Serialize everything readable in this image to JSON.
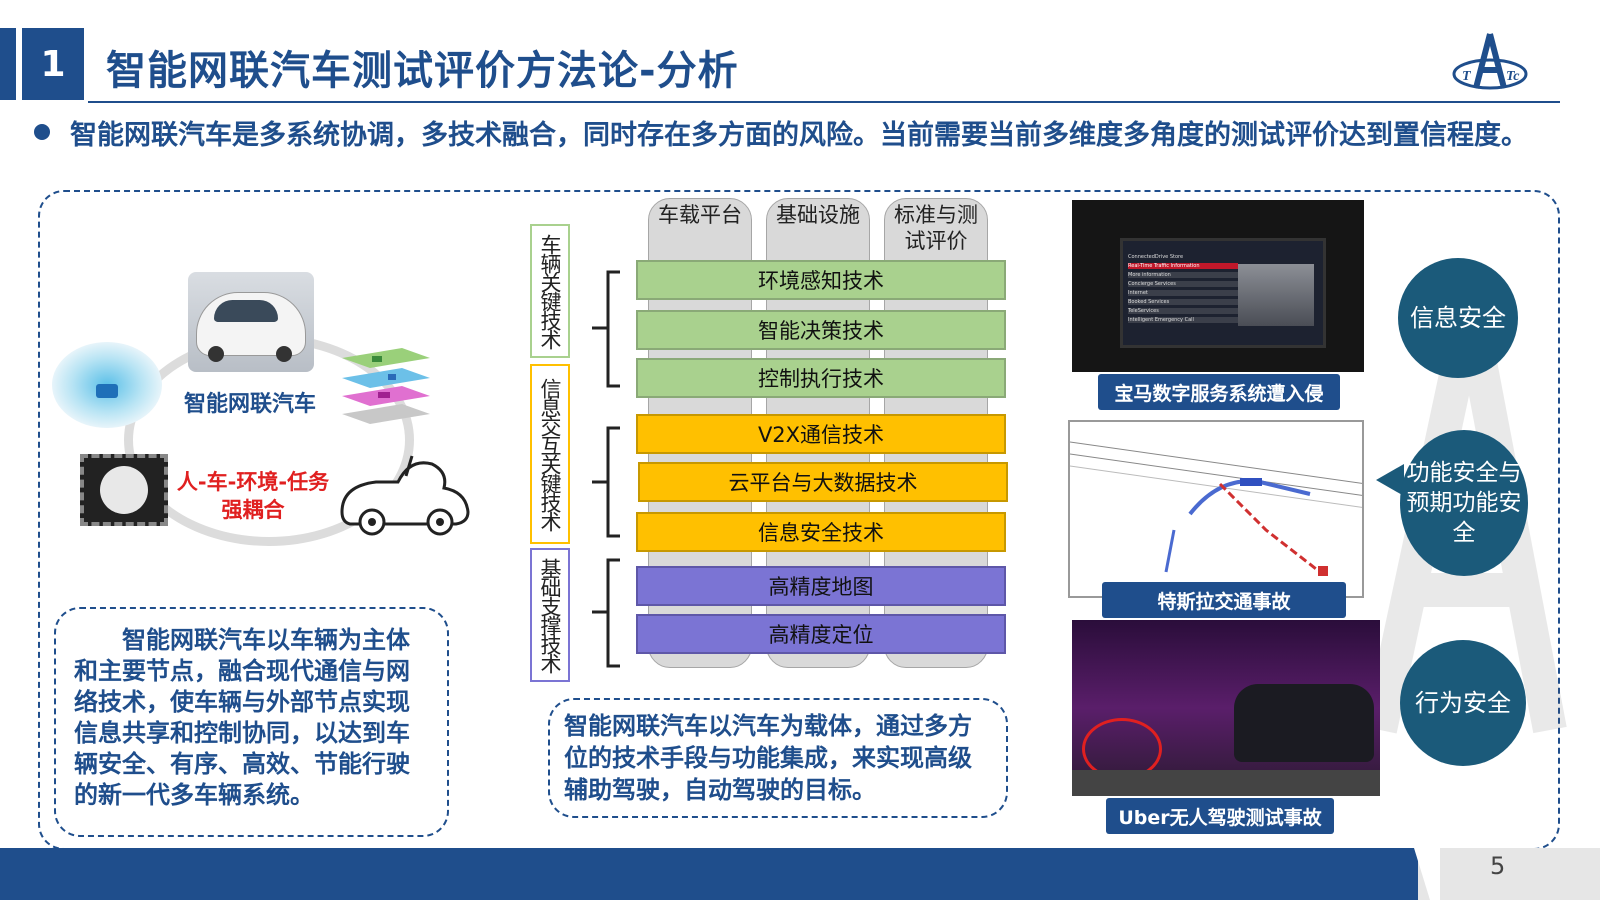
{
  "header": {
    "number": "1",
    "title": "智能网联汽车测试评价方法论-分析"
  },
  "bullet": "智能网联汽车是多系统协调，多技术融合，同时存在多方面的风险。当前需要当前多维度多角度的测试评价达到置信程度。",
  "left": {
    "icv_label": "智能网联汽车",
    "coupling": "人-车-环境-任务强耦合",
    "description": "智能网联汽车以车辆为主体和主要节点，融合现代通信与网络技术，使车辆与外部节点实现信息共享和控制协同，以达到车辆安全、有序、高效、节能行驶的新一代多车辆系统。"
  },
  "diagram": {
    "columns": [
      "车载平台",
      "基础设施",
      "标准与测试评价"
    ],
    "groups": [
      {
        "label": "车辆关键技术",
        "color": "#a9d18e"
      },
      {
        "label": "信息交互关键技术",
        "color": "#ffc000"
      },
      {
        "label": "基础支撑技术",
        "color": "#7b74d4"
      }
    ],
    "techs": [
      "环境感知技术",
      "智能决策技术",
      "控制执行技术",
      "V2X通信技术",
      "云平台与大数据技术",
      "信息安全技术",
      "高精度地图",
      "高精度定位"
    ],
    "description": "智能网联汽车以汽车为载体，通过多方位的技术手段与功能集成，来实现高级辅助驾驶，自动驾驶的目标。"
  },
  "right": {
    "captions": [
      "宝马数字服务系统遭入侵",
      "特斯拉交通事故",
      "Uber无人驾驶测试事故"
    ],
    "bubbles": [
      "信息安全",
      "功能安全与预期功能安全",
      "行为安全"
    ],
    "bmw_menu": [
      "ConnectedDrive Store",
      "Real-Time Traffic Information",
      "More information",
      "Concierge Services",
      "Internet",
      "Booked Services",
      "TeleServices",
      "Intelligent Emergency Call"
    ]
  },
  "page_number": "5"
}
